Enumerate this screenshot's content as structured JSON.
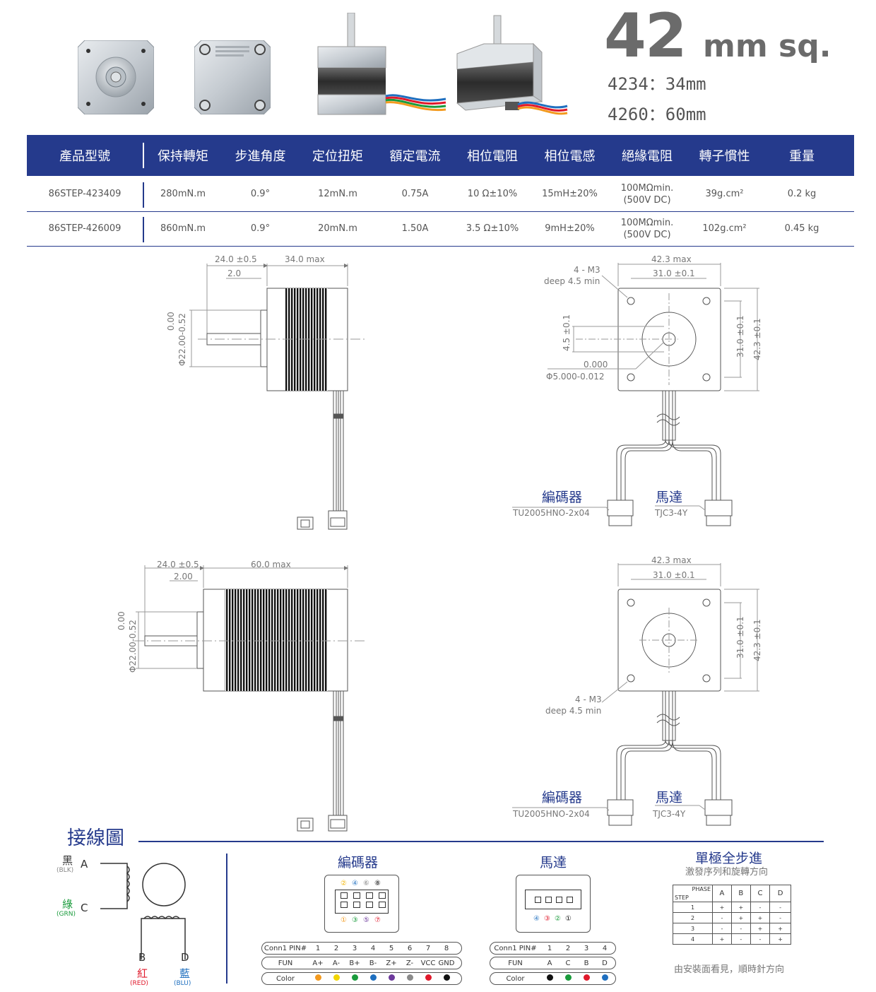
{
  "header": {
    "size_number": "42",
    "size_unit": "mm sq.",
    "lengths": [
      "4234：34mm",
      "4260：60mm"
    ]
  },
  "spec_table": {
    "columns": [
      "產品型號",
      "保持轉矩",
      "步進角度",
      "定位扭矩",
      "額定電流",
      "相位電阻",
      "相位電感",
      "絕緣電阻",
      "轉子慣性",
      "重量"
    ],
    "rows": [
      {
        "model": "86STEP-423409",
        "holding_torque": "280mN.m",
        "step_angle": "0.9°",
        "detent_torque": "12mN.m",
        "current": "0.75A",
        "resistance": "10 Ω±10%",
        "inductance": "15mH±20%",
        "insulation_1": "100MΩmin.",
        "insulation_2": "(500V DC)",
        "inertia": "39g.cm²",
        "weight": "0.2 kg"
      },
      {
        "model": "86STEP-426009",
        "holding_torque": "860mN.m",
        "step_angle": "0.9°",
        "detent_torque": "20mN.m",
        "current": "1.50A",
        "resistance": "3.5 Ω±10%",
        "inductance": "9mH±20%",
        "insulation_1": "100MΩmin.",
        "insulation_2": "(500V DC)",
        "inertia": "102g.cm²",
        "weight": "0.45 kg"
      }
    ]
  },
  "drawing_34": {
    "shaft_len": "24.0 ±0.5",
    "body_len": "34.0 max",
    "flange": "2.0",
    "dia_tol_top": "0.00",
    "dia_tol_bottom": "Φ22.00-0.52"
  },
  "drawing_60": {
    "shaft_len": "24.0 ±0.5",
    "body_len": "60.0 max",
    "flange": "2.00",
    "dia_tol_top": "0.00",
    "dia_tol_bottom": "Φ22.00-0.52"
  },
  "front_view": {
    "outer": "42.3 max",
    "hole_pitch": "31.0 ±0.1",
    "thread": "4 - M3",
    "depth": "deep 4.5 min",
    "flat": "4.5 ±0.1",
    "shaft_tol_top": "0.000",
    "shaft_tol_bottom": "Φ5.000-0.012",
    "side_pitch": "31.0 ±0.1",
    "side_outer": "42.3 ±0.1",
    "encoder_label": "編碼器",
    "encoder_part": "TU2005HNO-2x04",
    "motor_label": "馬達",
    "motor_part": "TJC3-4Y"
  },
  "wiring": {
    "title": "接線圖",
    "coil": {
      "a_cn": "黑",
      "a_en": "(BLK)",
      "a": "A",
      "c_cn": "綠",
      "c_en": "(GRN)",
      "c": "C",
      "b": "B",
      "b_cn": "紅",
      "b_en": "(RED)",
      "d": "D",
      "d_cn": "藍",
      "d_en": "(BLU)"
    },
    "encoder": {
      "title": "編碼器",
      "top_pins": [
        "②",
        "④",
        "⑥",
        "⑧"
      ],
      "bottom_pins": [
        "①",
        "③",
        "⑤",
        "⑦"
      ],
      "pin_label": "Conn1 PIN#",
      "pins": [
        "1",
        "2",
        "3",
        "4",
        "5",
        "6",
        "7",
        "8"
      ],
      "fun_label": "FUN",
      "fun": [
        "A+",
        "A-",
        "B+",
        "B-",
        "Z+",
        "Z-",
        "VCC",
        "GND"
      ],
      "color_label": "Color",
      "colors": [
        "#f39a1e",
        "#f2d500",
        "#1a9b3c",
        "#1f6fbf",
        "#6d3a9c",
        "#8a8a8a",
        "#e0192b",
        "#111111"
      ]
    },
    "motor": {
      "title": "馬達",
      "bottom_pins": [
        "④",
        "③",
        "②",
        "①"
      ],
      "pin_label": "Conn1 PIN#",
      "pins": [
        "1",
        "2",
        "3",
        "4"
      ],
      "fun_label": "FUN",
      "fun": [
        "A",
        "C",
        "B",
        "D"
      ],
      "color_label": "Color",
      "colors": [
        "#111111",
        "#1a9b3c",
        "#e0192b",
        "#1f6fbf"
      ]
    },
    "sequence": {
      "title": "單極全步進",
      "subtitle": "激發序列和旋轉方向",
      "phase": "PHASE",
      "step": "STEP",
      "phases": [
        "A",
        "B",
        "C",
        "D"
      ],
      "rows": [
        [
          "1",
          "+",
          "+",
          "-",
          "-"
        ],
        [
          "2",
          "-",
          "+",
          "+",
          "-"
        ],
        [
          "3",
          "-",
          "-",
          "+",
          "+"
        ],
        [
          "4",
          "+",
          "-",
          "-",
          "+"
        ]
      ],
      "note": "由安裝面看見，順時針方向"
    }
  }
}
